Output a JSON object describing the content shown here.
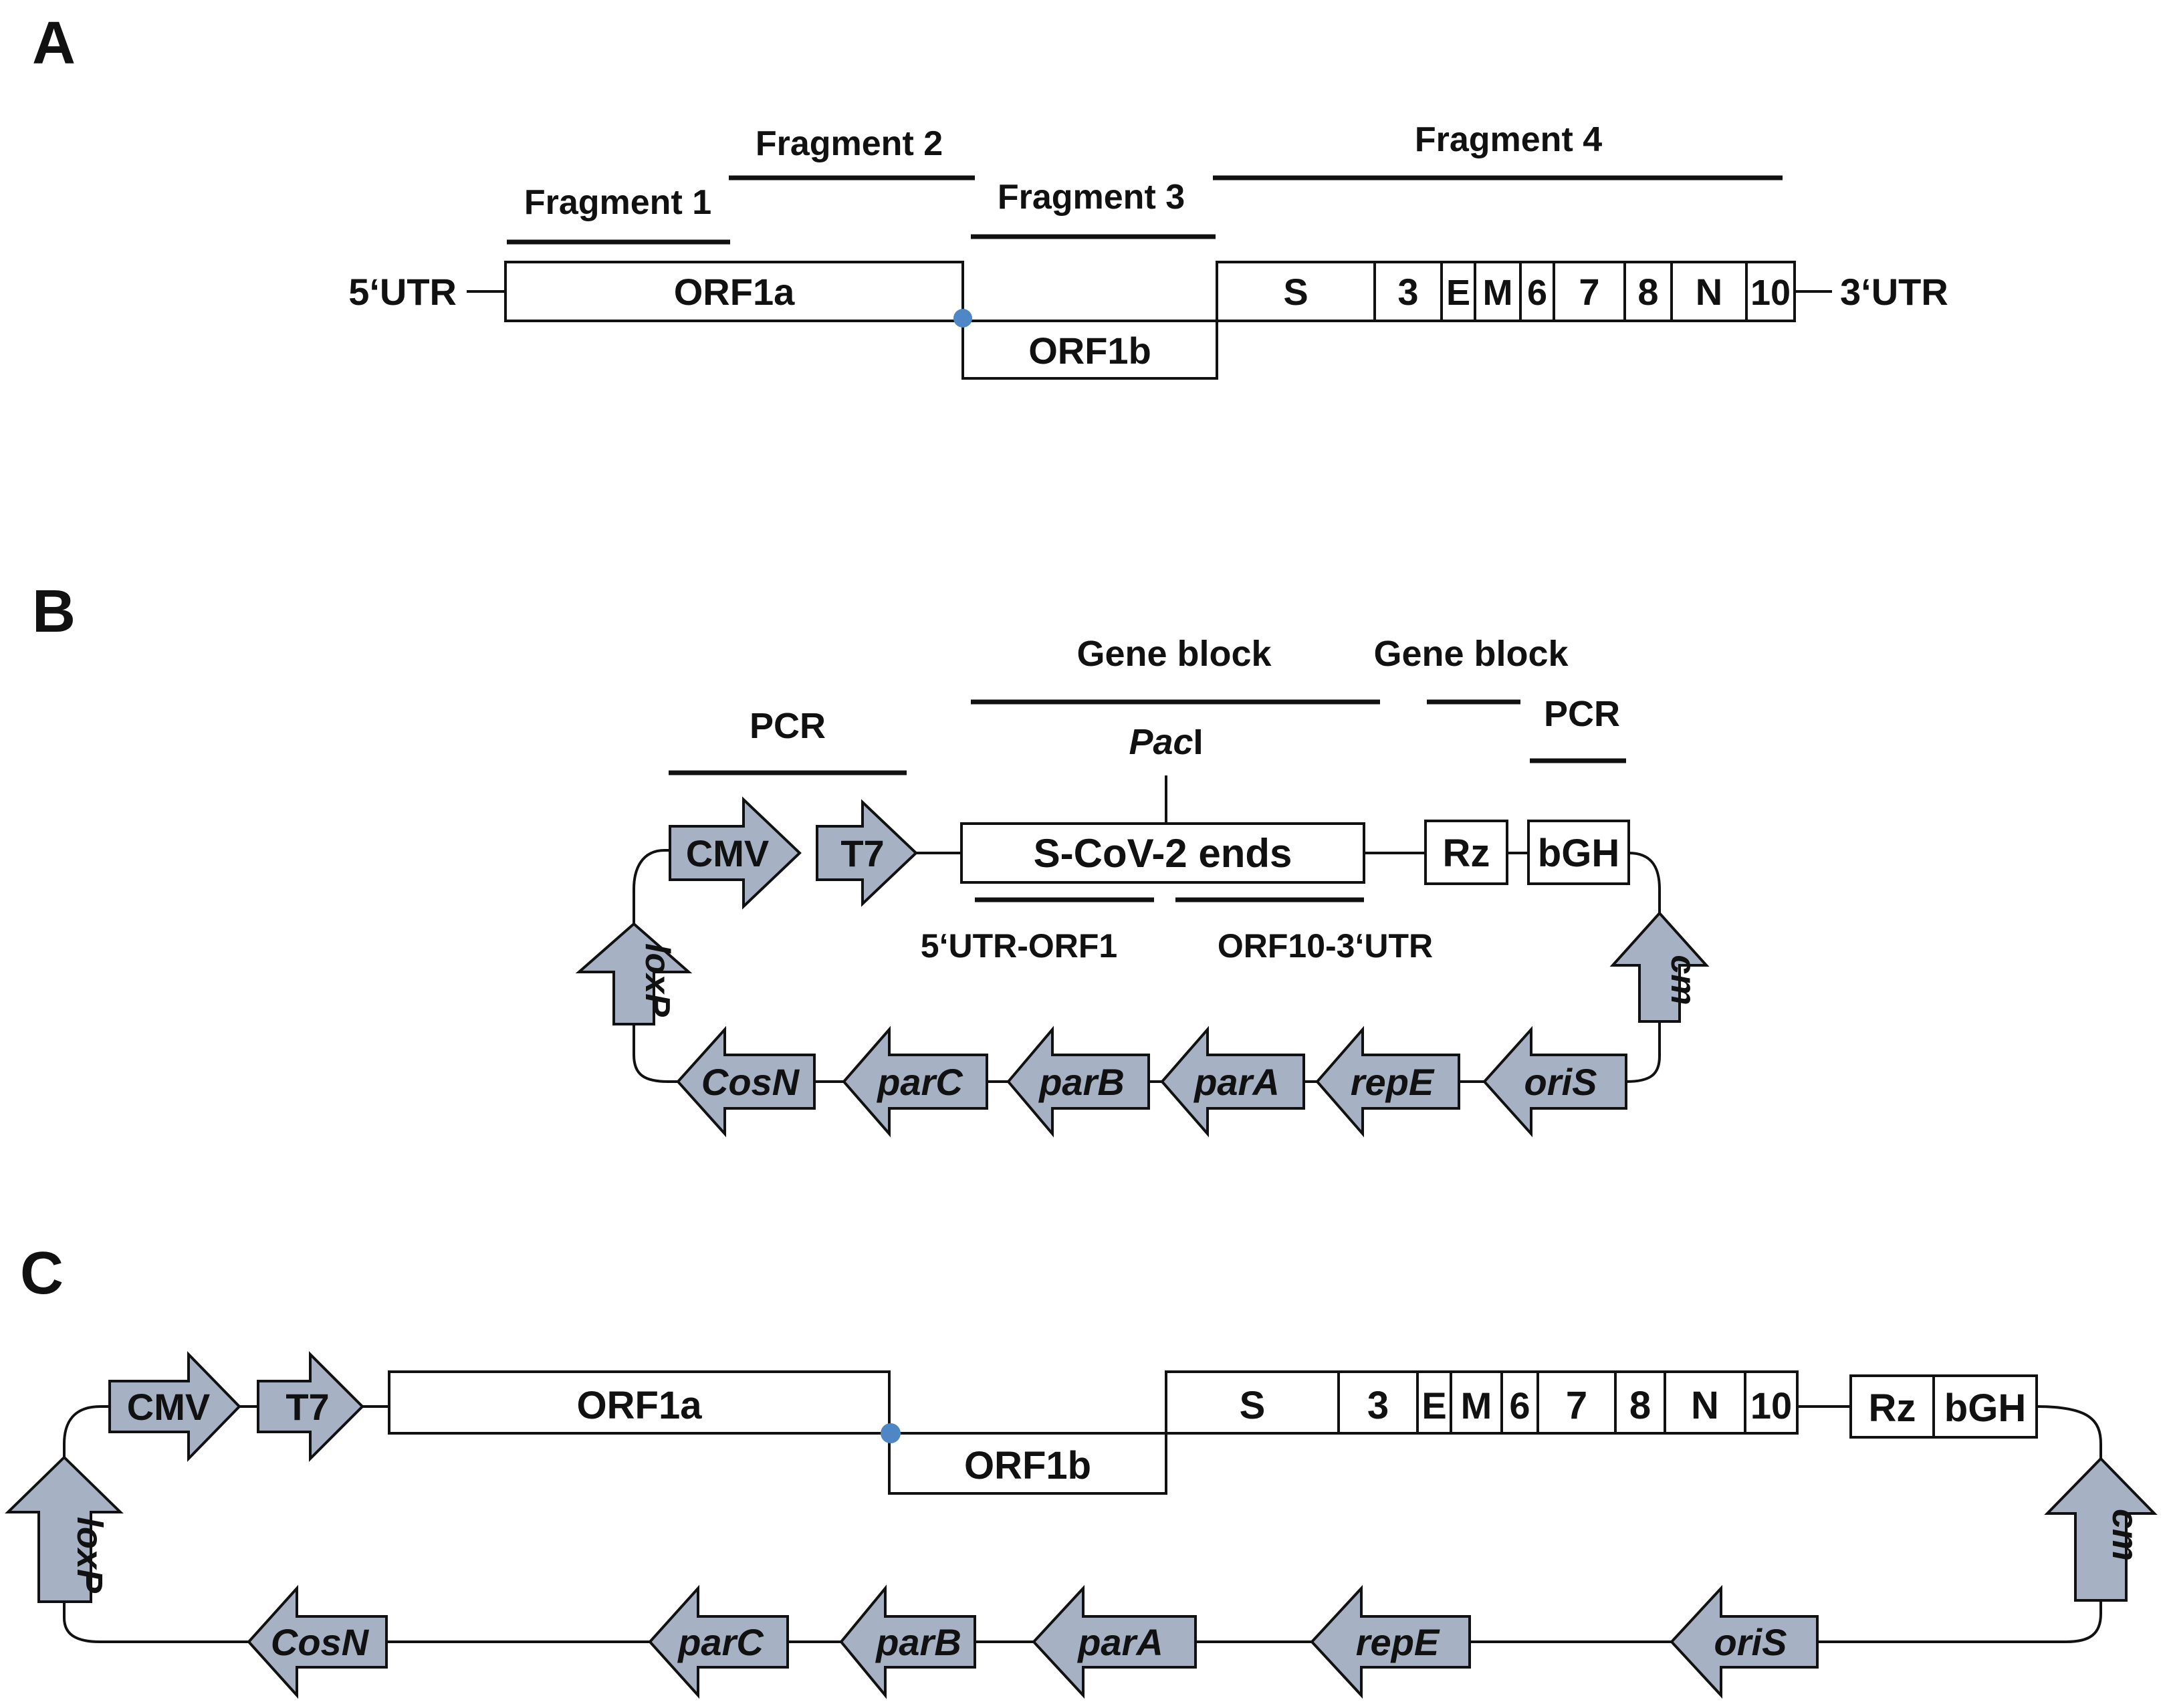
{
  "panels": {
    "a": {
      "letter": "A",
      "fragment_1": "Fragment 1",
      "fragment_2": "Fragment 2",
      "fragment_3": "Fragment 3",
      "fragment_4": "Fragment 4",
      "utr5": "5‘UTR",
      "utr3": "3‘UTR",
      "genes": {
        "orf1a": "ORF1a",
        "orf1b": "ORF1b",
        "s": "S",
        "g3": "3",
        "e": "E",
        "m": "M",
        "g6": "6",
        "g7": "7",
        "g8": "8",
        "n": "N",
        "g10": "10"
      }
    },
    "b": {
      "letter": "B",
      "pcr_left": "PCR",
      "gene_block_1": "Gene block",
      "gene_block_2": "Gene block",
      "pcr_right": "PCR",
      "paci_italic": "Pac",
      "paci_roman": "I",
      "insert": "S-CoV-2 ends",
      "utr5_orf1": "5‘UTR-ORF1",
      "orf10_utr3": "ORF10-3‘UTR",
      "rz": "Rz",
      "bgh": "bGH",
      "features": {
        "cmv": "CMV",
        "t7": "T7",
        "loxp": "loxP",
        "cm": "cm",
        "cosn": "CosN",
        "parc": "parC",
        "parb": "parB",
        "para": "parA",
        "repe": "repE",
        "oris": "oriS"
      }
    },
    "c": {
      "letter": "C",
      "genes": {
        "orf1a": "ORF1a",
        "orf1b": "ORF1b",
        "s": "S",
        "g3": "3",
        "e": "E",
        "m": "M",
        "g6": "6",
        "g7": "7",
        "g8": "8",
        "n": "N",
        "g10": "10",
        "rz": "Rz",
        "bgh": "bGH"
      },
      "features": {
        "cmv": "CMV",
        "t7": "T7",
        "loxp": "loxP",
        "cm": "cm",
        "cosn": "CosN",
        "parc": "parC",
        "parb": "parB",
        "para": "parA",
        "repe": "repE",
        "oris": "oriS"
      }
    }
  },
  "colors": {
    "feature_fill": "#a6b1c4",
    "junction_dot": "#4f86c6",
    "stroke": "#111111"
  }
}
